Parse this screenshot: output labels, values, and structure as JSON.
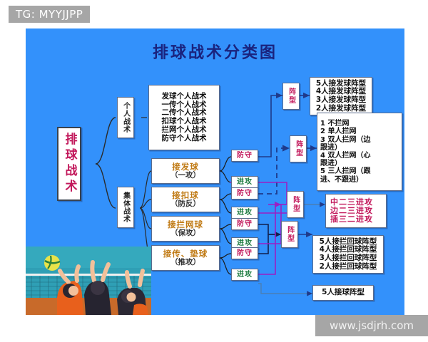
{
  "overlay": {
    "tg_tag": "TG: MYYJJPP",
    "watermark": "www.jsdjrh.com"
  },
  "colors": {
    "background_blue": "#3391fb",
    "title_navy": "#1a237e",
    "root_magenta": "#c2185b",
    "attack_green": "#1b7a3e",
    "collective_orange": "#c07a14",
    "wire_purple": "#9b1fc4",
    "wire_navy": "#1f3a8a",
    "tag_gray": "#a6a6a6"
  },
  "diagram": {
    "title": "排球战术分类图",
    "root": "排球战术",
    "branches": [
      {
        "label": "个人战术"
      },
      {
        "label": "集体战术"
      }
    ],
    "individual_tactics": [
      "发球个人战术",
      "一传个人战术",
      "二传个人战术",
      "扣球个人战术",
      "拦网个人战术",
      "防守个人战术"
    ],
    "collective_tactics": [
      {
        "name": "接发球",
        "note": "（一攻）",
        "defense": "防守",
        "attack": "进攻"
      },
      {
        "name": "接扣球",
        "note": "（防反）",
        "defense": "防守",
        "attack": "进攻"
      },
      {
        "name": "接拦网球",
        "note": "（保攻）",
        "defense": "防守",
        "attack": "进攻"
      },
      {
        "name": "接传、垫球",
        "note": "（推攻）",
        "defense": "防守",
        "attack": "进攻"
      }
    ],
    "formation_label": "阵型",
    "formation_nodes": [
      {
        "id": "serve-receive",
        "label": "阵型"
      },
      {
        "id": "attack-formation",
        "label": "阵型"
      },
      {
        "id": "block-return",
        "label": "阵型"
      },
      {
        "id": "dig-formation",
        "label": "阵型"
      }
    ],
    "serve_receive_formations": [
      "5人接发球阵型",
      "4人接发球阵型",
      "3人接发球阵型",
      "2人接发球阵型"
    ],
    "block_formations": [
      "1  不拦网",
      "2 单人拦网",
      "3 双人拦网（边",
      "跟进）",
      "4 双人拦网（心",
      "跟进）",
      "5  三人拦网（跟",
      "进、不跟进）"
    ],
    "attack_systems": [
      "中二三进攻",
      "边二三进攻",
      "插三二进攻"
    ],
    "block_return_formations": [
      "5人接拦回球阵型",
      "4人接拦回球阵型",
      "3人接拦回球阵型",
      "2人接拦回球阵型"
    ],
    "dig_formation": "5人接球阵型"
  },
  "photo": {
    "alt": "volleyball-players-at-net"
  }
}
